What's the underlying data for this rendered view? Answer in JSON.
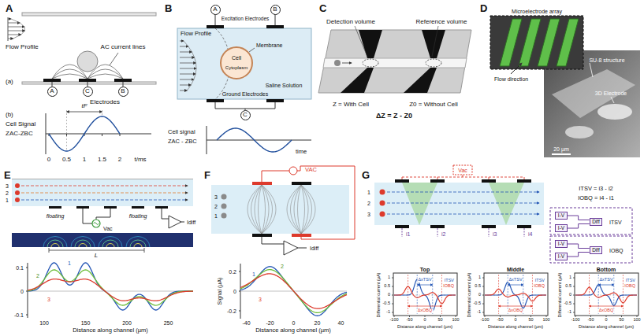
{
  "diagram": {
    "nodes": [
      {
        "text": [
          "A"
        ]
      },
      {
        "text": [
          "C"
        ]
      },
      {
        "text": [
          "B"
        ]
      },
      {
        "text": [
          "A"
        ]
      },
      {
        "text": [
          "B"
        ]
      },
      {
        "text": [
          "C"
        ]
      },
      {
        "text": [
          "I-V"
        ]
      },
      {
        "text": [
          "I-V"
        ]
      },
      {
        "text": [
          "Diff"
        ]
      },
      {
        "text": [
          "I-V"
        ]
      },
      {
        "text": [
          "I-V"
        ]
      },
      {
        "text": [
          "Diff"
        ]
      }
    ],
    "edges": [
      {
        "from": 6,
        "to": 8,
        "arrow": "none"
      },
      {
        "from": 7,
        "to": 8,
        "arrow": "none"
      },
      {
        "from": 9,
        "to": 11,
        "arrow": "none"
      },
      {
        "from": 10,
        "to": 11,
        "arrow": "none"
      }
    ],
    "labels": [
      "A",
      "B",
      "C",
      "D",
      "E",
      "F",
      "G",
      "Flow Profile",
      "AC current lines",
      "(a)",
      "Electrodes",
      "(b)",
      "Cell Signal",
      "ZAC-ZBC",
      "tF",
      "0",
      "0.5",
      "1",
      "1.5",
      "2",
      "t/ms",
      "Flow Profile",
      "Excitation Electrodes",
      "Cell",
      "Membrane",
      "Cytoplasm",
      "Saline Solution",
      "Ground Electrodes",
      "Cell signal",
      "ZAC - ZBC",
      "time",
      "Detection volume",
      "Reference volume",
      "Z = With Cell",
      "Z0 = Without Cell",
      "ΔZ = Z - Z0",
      "Microelectrode array",
      "Flow direction",
      "SU-8 structure",
      "3D Electrode",
      "20 µm",
      "3",
      "2",
      "1",
      "floating",
      "floating",
      "Vac",
      "Idiff",
      "L",
      "1",
      "2",
      "3",
      "0.1",
      "0",
      "-0.1",
      "100",
      "150",
      "200",
      "250",
      "Distance along channel (µm)",
      "VAC",
      "3",
      "2",
      "1",
      "Idiff",
      "1",
      "2",
      "3",
      "Signal (µA)",
      "0.2",
      "0",
      "-0.2",
      "-40",
      "-20",
      "0",
      "20",
      "40",
      "Distance along channel (µm)",
      "Vac",
      "1",
      "2",
      "3",
      "i1",
      "i2",
      "i3",
      "i4",
      "ITSV = i3 - i2",
      "IOBQ = i4 - i1",
      "ITSV",
      "IOBQ",
      "Top",
      "Differential current (µA)",
      "1",
      "0.5",
      "0",
      "-0.5",
      "-1",
      "-100",
      "-50",
      "0",
      "50",
      "100",
      "Distance along channel (µm)",
      "ΔxTSV",
      "ΔxOBQ",
      "ITSV",
      "IOBQ",
      "Middle",
      "Differential current (µA)",
      "1",
      "0.5",
      "0",
      "-0.5",
      "-1",
      "-100",
      "-50",
      "0",
      "50",
      "100",
      "Distance along channel (µm)",
      "ΔxTSV",
      "ΔxOBQ",
      "ITSV",
      "IOBQ",
      "Bottom",
      "Differential current (µA)",
      "1",
      "0.5",
      "0",
      "-0.5",
      "-1",
      "-100",
      "-50",
      "0",
      "50",
      "100",
      "Distance along channel (µm)",
      "ΔxTSV",
      "ΔxOBQ",
      "ITSV",
      "IOBQ"
    ]
  }
}
